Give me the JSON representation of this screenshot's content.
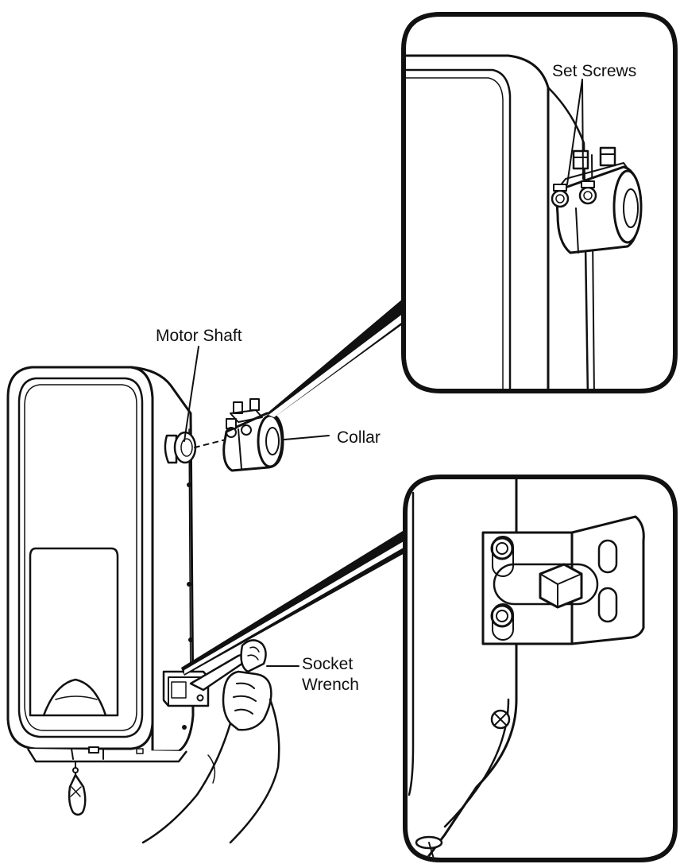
{
  "labels": {
    "set_screws": "Set Screws",
    "motor_shaft": "Motor Shaft",
    "collar": "Collar",
    "socket_wrench_line1": "Socket",
    "socket_wrench_line2": "Wrench"
  },
  "colors": {
    "ink": "#111111",
    "background": "#ffffff"
  }
}
